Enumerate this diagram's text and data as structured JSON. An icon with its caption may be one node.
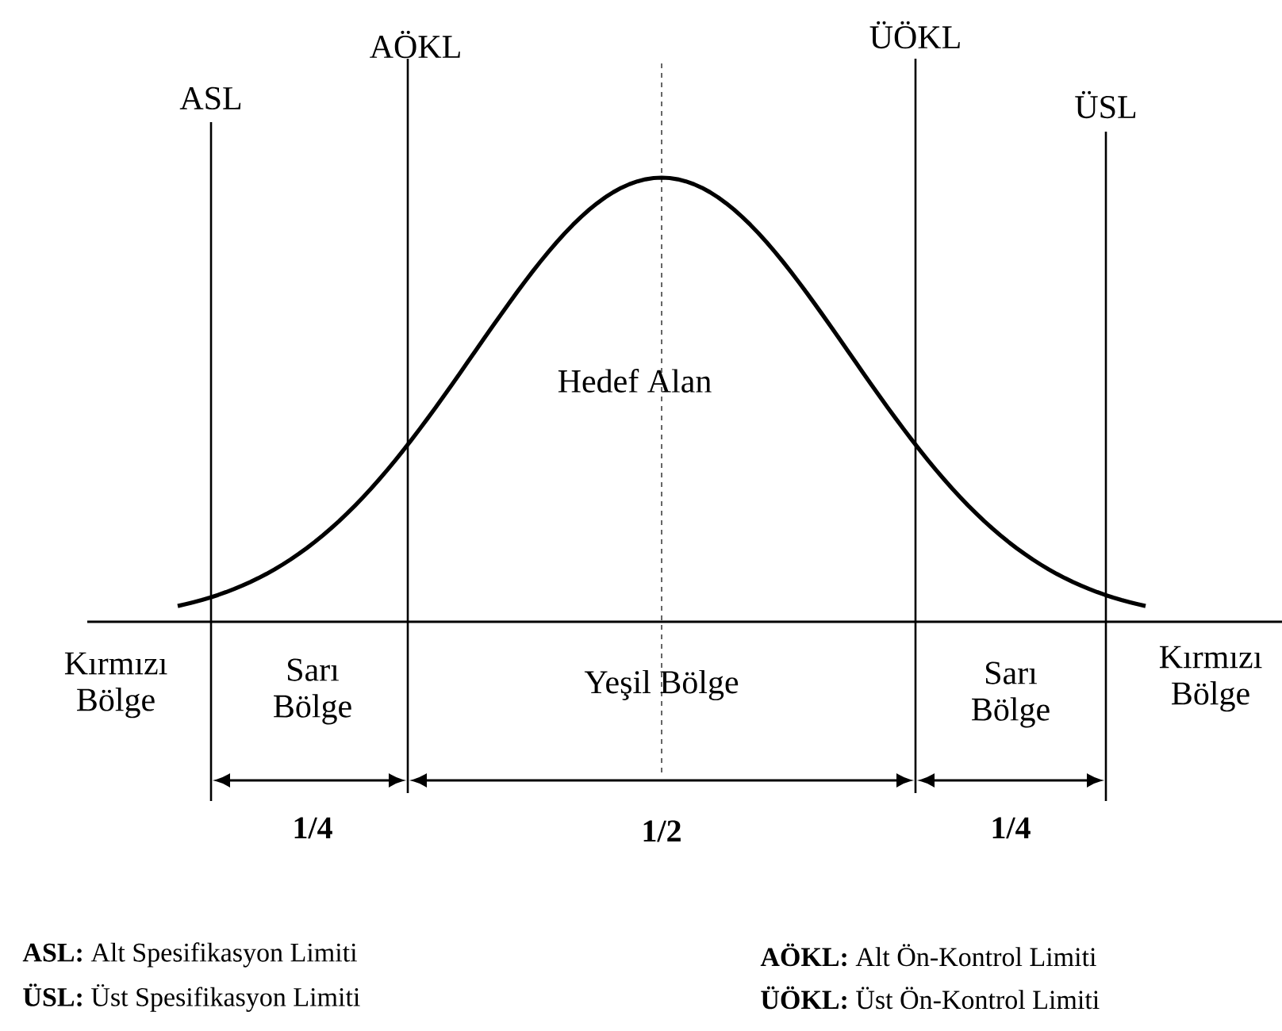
{
  "diagram": {
    "labels": [
      "ASL",
      "AÖKL",
      "ÜÖKL",
      "ÜSL",
      "Hedef Alan",
      "Kırmızı Bölge",
      "Sarı Bölge",
      "Yeşil Bölge",
      "Sarı Bölge",
      "Kırmızı Bölge",
      "1/4",
      "1/2",
      "1/4",
      "**ASL:** Alt Spesifikasyon Limiti",
      "**AÖKL:** Alt Ön-Kontrol Limiti",
      "**ÜSL:** Üst Spesifikasyon Limiti",
      "**ÜÖKL:** Üst Ön-Kontrol Limiti"
    ]
  }
}
